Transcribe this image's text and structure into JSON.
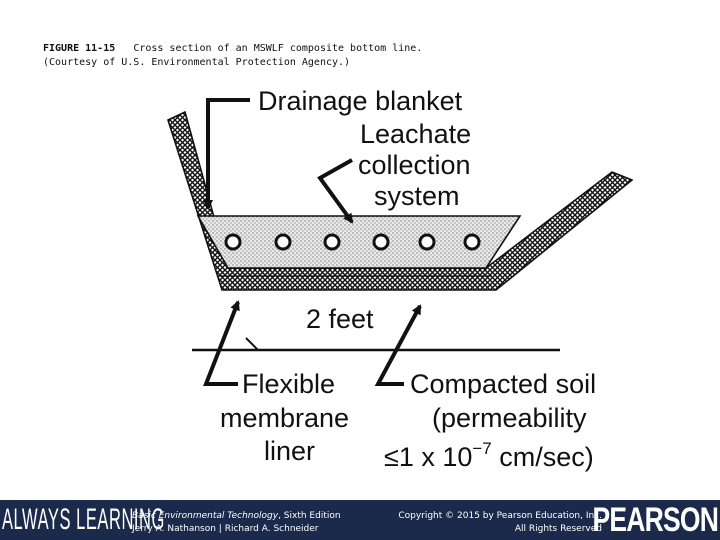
{
  "caption": {
    "label": "FIGURE 11-15",
    "title": "Cross section of an MSWLF composite bottom line.",
    "credit": "(Courtesy of U.S. Environmental Protection Agency.)"
  },
  "diagram": {
    "drainage_blanket": "Drainage blanket",
    "leachate_lines": [
      "Leachate",
      "collection",
      "system"
    ],
    "thickness": "2 feet",
    "liner_lines": [
      "Flexible",
      "membrane",
      "liner"
    ],
    "soil_line1": "Compacted soil",
    "soil_line2": "(permeability",
    "soil_line3_prefix": "≤1 x 10",
    "soil_exponent": "−7",
    "soil_line3_suffix": " cm/sec)"
  },
  "footer": {
    "tagline": "ALWAYS LEARNING",
    "book_title": "Basic Environmental Technology",
    "book_edition": ", Sixth Edition",
    "authors": "Jerry A. Nathanson | Richard A. Schneider",
    "copyright": "Copyright © 2015 by Pearson Education, Inc.",
    "rights": "All Rights Reserved",
    "brand": "PEARSON"
  }
}
